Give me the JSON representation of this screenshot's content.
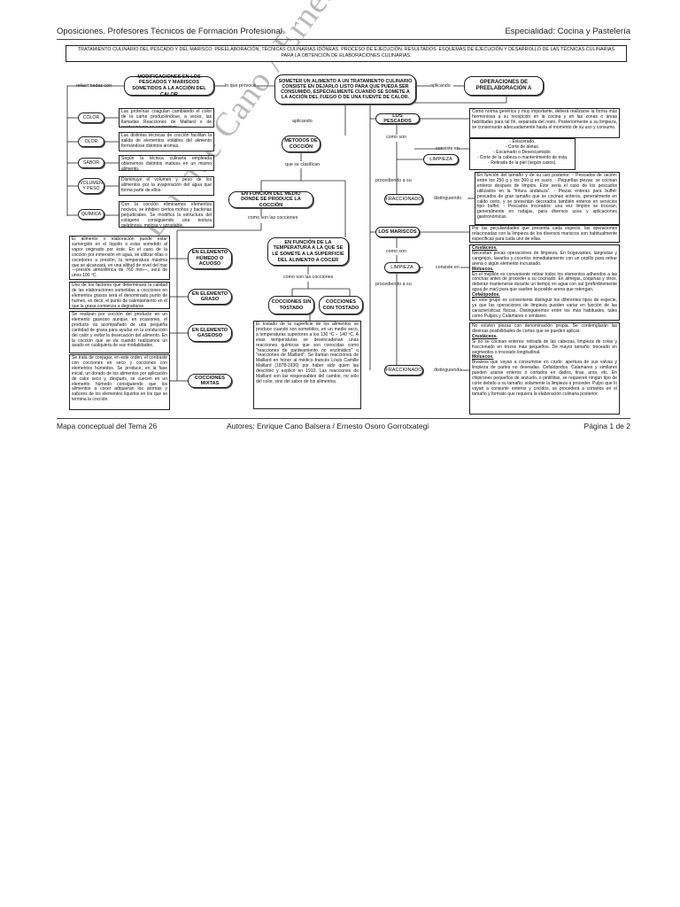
{
  "header": {
    "left": "Oposiciones. Profesores Técnicos de Formación Profesional.",
    "right": "Especialidad: Cocina y Pastelería"
  },
  "footer": {
    "left": "Mapa conceptual del Tema 26",
    "center": "Autores: Enrique Cano Balsera / Ernesto Osoro Gorrotxategi",
    "right": "Página 1 de 2"
  },
  "watermark": "Enrique Cano / Ernesto Osoro",
  "title": "TRATAMIENTO CULINARIO DEL PESCADO Y DEL MARISCO: PREELABORACIÓN, TÉCNICAS CULINARIAS IDÓNEAS. PROCESO DE EJECUCIÓN. RESULTADOS. ESQUEMAS DE EJECUCIÓN Y DESARROLLO DE LAS TÉCNICAS CULINARIAS PARA LA OBTENCIÓN DE ELABORACIONES CULINARIAS.",
  "nodes": {
    "modificaciones": "MODIFICACIONES EN LOS PESCADOS Y MARISCOS SOMETIDOS A LA ACCIÓN DEL CALOR",
    "central": "SOMETER UN ALIMENTO A UN TRATAMIENTO CULINARIO CONSISTE EN DEJARLO LISTO PARA QUE PUEDA SER CONSUMIDO, ESPECIALMENTE CUANDO SE SOMETE A LA ACCIÓN DEL FUEGO O DE UNA FUENTE DE CALOR.",
    "preelaboracion": "OPERACIONES DE PREELABORACIÓN A",
    "metodos": "MÉTODOS DE COCCIÓN",
    "medio": "EN FUNCIÓN DEL MEDIO DONDE SE PRODUCE LA COCCIÓN",
    "temperatura": "EN FUNCIÓN DE LA TEMPERATURA A LA QUE SE LE SOMETE A LA SUPERFICIE DEL ALIMENTO A COCER",
    "sin_tostado": "COCCIONES SIN TOSTADO",
    "con_tostado": "COCCIONES CON TOSTADO",
    "pescados": "LOS PESCADOS",
    "mariscos": "LOS MARISCOS",
    "limpieza1": "LIMPIEZA",
    "fraccionado1": "FRACCIONADO",
    "limpieza2": "LIMPIEZA",
    "fraccionado2": "FRACCIONADO"
  },
  "props": [
    {
      "name": "COLOR",
      "text": "Las proteínas coagulan cambiando el color de la carne produciéndose, a veces, las llamadas Reacciones de Maillard o de pardeamiento no enzimático."
    },
    {
      "name": "OLOR",
      "text": "Las distintas técnicas de cocción facilitan la salida de elementos volátiles del alimento formándose distintos aromas."
    },
    {
      "name": "SABOR",
      "text": "Según la técnica culinaria empleada obtenemos distintos matices en un mismo alimento."
    },
    {
      "name": "VOLUMEN Y PESO",
      "text": "Disminuye el volumen y peso de los alimentos por la evaporación del agua que forma parte de ellos."
    },
    {
      "name": "QUÍMICA",
      "text": "Con la cocción eliminamos elementos nocivos, se inhiben ciertos mohos y bacterias perjudiciales. Se modifica la estructura del colágeno consiguiendo una textura gelatinosa, melosa y agradable."
    }
  ],
  "media": [
    {
      "name": "EN ELEMENTO HÚMEDO O ACUOSO",
      "text": "El alimento o elaboración puede estar sumergido en el líquido o estar sometido al vapor originado por éste. En el caso de la cocción por inmersión en agua, se utilizar ollas o cocedores a presión, la temperatura máxima que se alcanzará, en una altitud de nivel del mar —presión atmosférica de 760 mm—, será de unos 100 ºC."
    },
    {
      "name": "EN ELEMENTO GRASO",
      "text": "Uno de los factores que determinará la calidad de las elaboraciones sometidas a cocciones en elementos grasos será el denominado punto de humeo, es decir, el punto de calentamiento en el que la grasa comienza a degradarse."
    },
    {
      "name": "EN ELEMENTO GASEOSO",
      "text": "Se realizan por cocción del producto en un elemento gaseoso aunque, en ocasiones, el producto va acompañado de una pequeña cantidad de grasa para ayudar en la conducción del calor y evitar la desecación del alimento. En la cocción que se da cuando realizamos un asado en cualquiera de sus modalidades."
    },
    {
      "name": "COCCIONES MIXTAS",
      "text": "Se trata de conjugar, en este orden, el contraste con cocciones en seco y cocciones con elementos húmedos. Se produce, en la fase inicial, un dorado de los alimentos por aplicación de calor seco y, después, se cuecen en un elemento húmedo consiguiendo que los alimentos a cocer adquieran los aromas y sabores de los elementos líquidos en los que se termina la cocción."
    }
  ],
  "tostado_text": "El tostado de la superficie de los alimentos se produce cuando son sometidos, en un medio seco, a temperaturas superiores a los 130 ºC – 140 ºC. A esas temperaturas se desencadenan unas reacciones químicas que son conocidas como \"reacciones de pardeamiento no enzimático\" o \"reacciones de Maillard\". Se llaman reacciones de Maillard en honor al médico francés Louis Camille Maillard (1878-1936) por haber sido quien las describió y explicó en 1910. Las reacciones de Maillard son las responsables del cambio, no sólo del color, sino del sabor de los alimentos.",
  "pescados": {
    "intro": "Como norma genérica y muy importante, deberá realizarse la forma más hormoniosa a su recepción en la cocina y en las zonas o áreas habilitadas para tal fin, separada del resto. Posteriormente a su limpieza, se conservarán adecuadamente hasta el momento de su uso y consumo.",
    "limpieza_items": [
      "- Eviscerado.",
      "- Corte de aletas.",
      "- Escamado o Desescamado.",
      "- Corte de la cabeza o mantenimiento de ésta.",
      "- Retirada de la piel (según casos)."
    ],
    "fraccionado": "En función del tamaño y de su uso posterior: - Pescados de ración: entre los 250 g y los 300 g en sucio. - Pequeñas piezas: se cocinan enteros después de limpios. Este sería el caso de los pescados utilizados en la \"fritura andaluza\". - Piezas enteras para buffet: pescados de gran tamaño que se cocinan enteros, generalmente en caldo corto, y se presentan decorados también enteros en servicios tipo buffet. - Pescados troceados: una vez limpios se trocean, generalmente en rodajas, para diversos usos y aplicaciones gastronómicas."
  },
  "mariscos": {
    "intro": "Por las peculiaridades que presenta cada especie, las operaciones relacionadas con la limpieza de los diversos mariscos son habitualmente específicas para cada uno de ellas.",
    "limpieza": [
      {
        "h": "Crustáceos.",
        "t": "Necesitan pocas operaciones de limpieza. En bogavantes, langostas y cangrejos, lavarlos y cocerlos inmediatamente con un cepillo para retirar arena o algún elemento incrustado."
      },
      {
        "h": "Moluscos.",
        "t": "En el mejillón es conveniente retirar todos los elementos adheridos a las conchas antes de proceder a su cocinado. En almejas, coquinas y otros, deberán mantenerse durante un tiempo en agua con sal (preferiblemente agua de mar) para que suelten la posible arena que retengan."
      },
      {
        "h": "Cefalópodos.",
        "t": "En este grupo es conveniente distinguir los diferentes tipos de especie, ya que las operaciones de limpieza pueden variar en función de las características físicas. Distinguiremos entre los más habituales, tales como Pulpos y Calamares o similares."
      }
    ],
    "fraccionado": [
      {
        "h": "",
        "t": "No existen piezas con denominación propia. Se contemplarán las diversas posibilidades de cortes que se pueden aplicar."
      },
      {
        "h": "Crustáceos.",
        "t": "Si no se cocinan enteros: retirada de las cabezas, limpieza de colas y fraccionado en trozos más pequeños. De mayor tamaño: troceado en segmentos o troceado longitudinal."
      },
      {
        "h": "Moluscos.",
        "t": "Bivalvos que vayan a consumirse en crudo: apertura de sus valvas y limpieza de partes no deseadas. Cefalópodos. Calamares y similares pueden usarse enteros o cortados en dados, tiras, aros, etc. En chipirones pequeños de anzuelo, o pintillitas, se requieren ningún tipo de corte debido a su tamaño; solamente la limpieza a proceder. Pulpo que lo vayan a consumir enteros y cocidos, se procederá a cortarlos en el tamaño y formato que requiera la elaboración culinaria posterior."
      }
    ]
  },
  "labels": {
    "relacionadas": "relacionadas con",
    "lo_que": "lo que provoca",
    "aplicando": "aplicando",
    "aplicando2": "aplicando",
    "que_se": "que se clasifican",
    "como_son1": "como son las cocciones",
    "como_son2": "como son las cocciones",
    "como_son_p": "como son",
    "consiste": "consiste en",
    "procediendo1": "procediendo a su",
    "distinguiendo1": "distinguiendo",
    "como_son_m": "como son",
    "consiste2": "consiste en",
    "procediendo2": "procediendo a su",
    "distinguiendo2": "distinguiendo"
  }
}
